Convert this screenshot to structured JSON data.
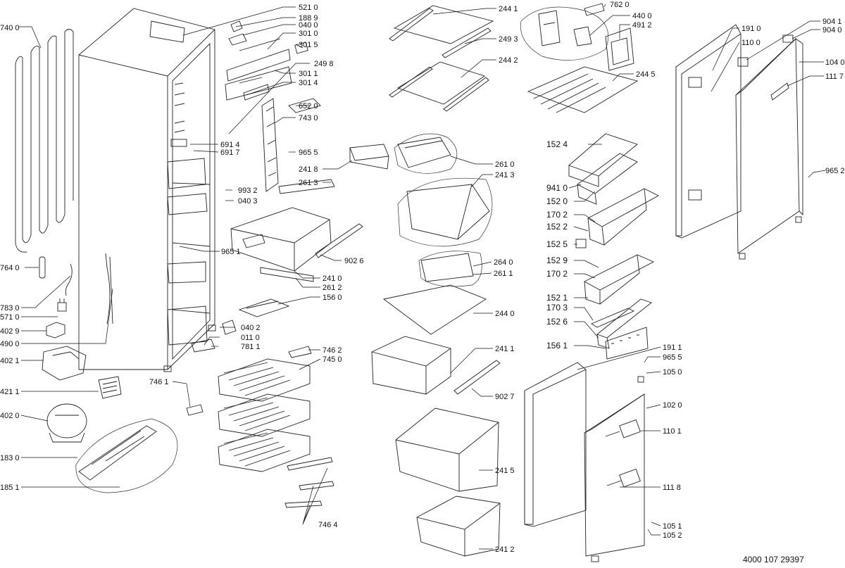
{
  "diagram": {
    "code": "4000 107 29397",
    "labels": {
      "l7400": "740 0",
      "l7640": "764 0",
      "l7830": "783 0",
      "l5710": "571 0",
      "l4029": "402 9",
      "l4900": "490 0",
      "l4021": "402 1",
      "l4211": "421 1",
      "l4020": "402 0",
      "l1830": "183 0",
      "l1851": "185 1",
      "l5210": "521 0",
      "l1889": "188 9",
      "l0400": "040 0",
      "l3010": "301 0",
      "l3015": "301 5",
      "l2498": "249 8",
      "l3011": "301 1",
      "l3014": "301 4",
      "l6520": "652 0",
      "l7430": "743 0",
      "l6914": "691 4",
      "l6917": "691 7",
      "l9655a": "965 5",
      "l2418": "241 8",
      "l2613": "261 3",
      "l9932": "993 2",
      "l0403": "040 3",
      "l9651": "965 1",
      "l9026": "902 6",
      "l2410": "241 0",
      "l2612": "261 2",
      "l1560": "156 0",
      "l0402": "040 2",
      "l0110": "011 0",
      "l7811": "781 1",
      "l7462": "746 2",
      "l7450": "745 0",
      "l7461": "746 1",
      "l7464": "746 4",
      "l2441": "244 1",
      "l2493": "249 3",
      "l2442": "244 2",
      "l2610": "261 0",
      "l2413": "241 3",
      "l2640": "264 0",
      "l2611": "261 1",
      "l2440": "244 0",
      "l2411": "241 1",
      "l9027": "902 7",
      "l2415": "241 5",
      "l2412": "241 2",
      "l7620": "762 0",
      "l4400": "440 0",
      "l4912": "491 2",
      "l2445": "244 5",
      "l1524": "152 4",
      "l9410": "941 0",
      "l1520": "152 0",
      "l1702a": "170 2",
      "l1522": "152 2",
      "l1525": "152 5",
      "l1529": "152 9",
      "l1702b": "170 2",
      "l1521": "152 1",
      "l1703": "170 3",
      "l1526": "152 6",
      "l1561": "156 1",
      "l1911": "191 1",
      "l9655b": "965 5",
      "l1050": "105 0",
      "l1020": "102 0",
      "l1101": "110 1",
      "l1118": "111 8",
      "l1051": "105 1",
      "l1052": "105 2",
      "l1910": "191 0",
      "l1100": "110 0",
      "l9041": "904 1",
      "l9040": "904 0",
      "l1040": "104 0",
      "l1117": "111 7",
      "l9652": "965 2"
    }
  }
}
